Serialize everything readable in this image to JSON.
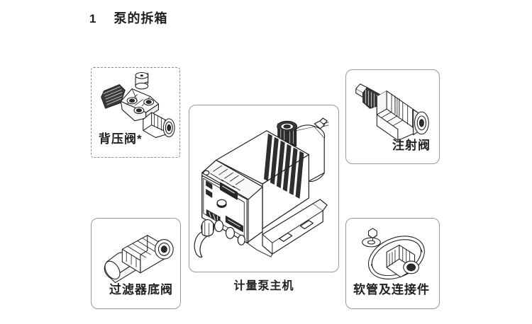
{
  "document": {
    "section_number": "1",
    "section_title": "泵的拆箱",
    "background_color": "#ffffff",
    "text_color": "#231f20"
  },
  "parts": {
    "back_pressure_valve": {
      "label": "背压阀*",
      "icon": "back-pressure-valve-illustration",
      "border_style": "dashed",
      "border_color": "#8c8c8c",
      "label_align": "left"
    },
    "injection_valve": {
      "label": "注射阀",
      "icon": "injection-valve-illustration",
      "border_style": "solid",
      "border_color": "#9a9a9a",
      "label_align": "right"
    },
    "filter_foot_valve": {
      "label": "过滤器底阀",
      "icon": "filter-foot-valve-illustration",
      "border_style": "solid",
      "border_color": "#9a9a9a",
      "label_align": "right"
    },
    "hose_and_connectors": {
      "label": "软管及连接件",
      "icon": "hose-and-connector-illustration",
      "border_style": "solid",
      "border_color": "#9a9a9a",
      "label_align": "left"
    },
    "metering_pump": {
      "label": "计量泵主机",
      "icon": "metering-pump-illustration",
      "border_style": "solid",
      "border_color": "#9a9a9a",
      "label_align": "center"
    }
  }
}
